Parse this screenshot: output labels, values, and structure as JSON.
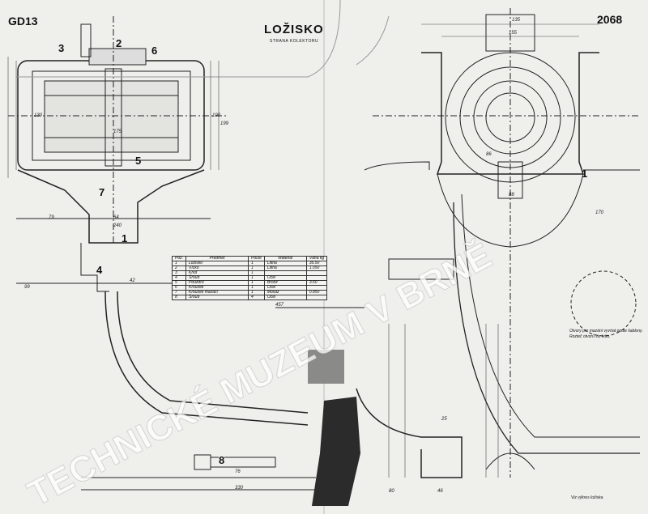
{
  "drawing": {
    "code_left": "GD13",
    "code_right": "2068",
    "title": "LOŽISKO",
    "subtitle": "STRANA KOLEKTORU",
    "watermark": "TECHNICKÉ MUZEUM V BRNĚ"
  },
  "part_labels": [
    "1",
    "2",
    "3",
    "4",
    "5",
    "6",
    "7",
    "8",
    "1"
  ],
  "dimensions": [
    "135",
    "155",
    "130",
    "240",
    "79",
    "99",
    "64",
    "42",
    "330",
    "457",
    "46",
    "25",
    "76",
    "175",
    "190",
    "199",
    "86",
    "88",
    "170",
    "80"
  ],
  "parts_table": {
    "headers": [
      "Poz.",
      "Předmět",
      "Počet",
      "Materiál",
      "Váha kg"
    ],
    "rows": [
      [
        "1",
        "Ložisko",
        "1",
        "Litina",
        "35.50"
      ],
      [
        "2",
        "Víčko",
        "1",
        "Litina",
        "1.050"
      ],
      [
        "3",
        "Knot",
        "1",
        "",
        ""
      ],
      [
        "4",
        "Šroub",
        "1",
        "Ocel",
        ""
      ],
      [
        "5",
        "Pouzdro",
        "1",
        "Bronz",
        "3.60"
      ],
      [
        "6",
        "Kroužek",
        "1",
        "Ocel",
        ""
      ],
      [
        "7",
        "Kroužek mazací",
        "1",
        "Mosaz",
        "0.850"
      ],
      [
        "8",
        "Šroub",
        "4",
        "Ocel",
        ""
      ]
    ]
  },
  "notes": {
    "right": "Otvory pro mazání vyvrtat podle šablony. Rozteč otvorů viz kótu.",
    "bottom": "Viz výkres ložiska"
  }
}
